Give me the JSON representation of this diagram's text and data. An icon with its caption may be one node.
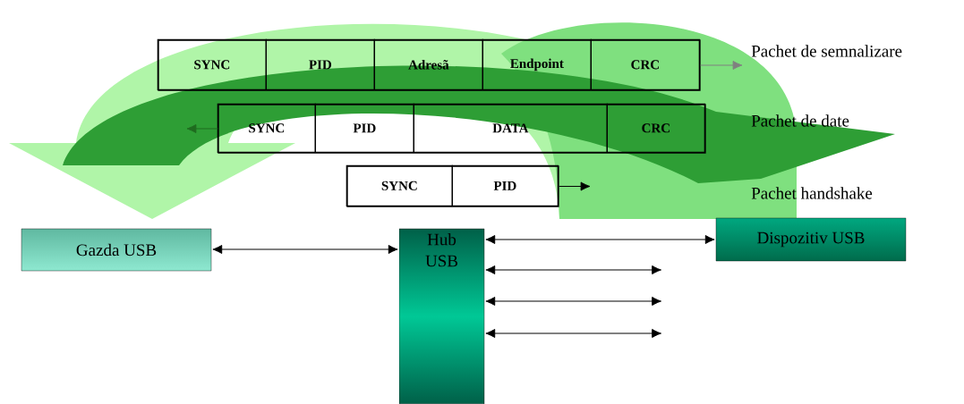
{
  "diagram": {
    "nodes": [
      {
        "text": [],
        "shape": "box"
      },
      {
        "text": [
          "SYNC"
        ],
        "in": 0
      },
      {
        "text": [
          "PID"
        ],
        "in": 0
      },
      {
        "text": [
          "Adresã"
        ],
        "in": 0
      },
      {
        "text": [
          "Endpoint"
        ],
        "in": 0
      },
      {
        "text": [
          "CRC"
        ],
        "in": 0
      },
      {
        "text": [],
        "shape": "box"
      },
      {
        "text": [
          "SYNC"
        ],
        "in": 6
      },
      {
        "text": [
          "PID"
        ],
        "in": 6
      },
      {
        "text": [
          "DATA"
        ],
        "in": 6
      },
      {
        "text": [
          "CRC"
        ],
        "in": 6
      },
      {
        "text": [],
        "shape": "box"
      },
      {
        "text": [
          "SYNC"
        ],
        "in": 11
      },
      {
        "text": [
          "PID"
        ],
        "in": 11
      },
      {
        "text": [
          "Gazda USB"
        ]
      },
      {
        "text": [
          "Hub USB"
        ]
      },
      {
        "text": [
          "Dispozitiv  USB"
        ]
      }
    ],
    "labels": [
      "Pachet de semnalizare",
      "Pachet de date",
      "Pachet handshake"
    ],
    "edges": [
      {
        "from": 0,
        "to": null,
        "arrow": "to",
        "color": "#808080"
      },
      {
        "from": 6,
        "to": null,
        "arrow": "to",
        "color": "#1f6b1f"
      },
      {
        "from": 11,
        "to": null,
        "arrow": "to"
      },
      {
        "from": 14,
        "to": 15,
        "arrow": "both"
      },
      {
        "from": 15,
        "to": 16,
        "arrow": "both"
      },
      {
        "from": 15,
        "to": null,
        "arrow": "both"
      },
      {
        "from": 15,
        "to": null,
        "arrow": "both"
      },
      {
        "from": 15,
        "to": null,
        "arrow": "both"
      }
    ]
  }
}
